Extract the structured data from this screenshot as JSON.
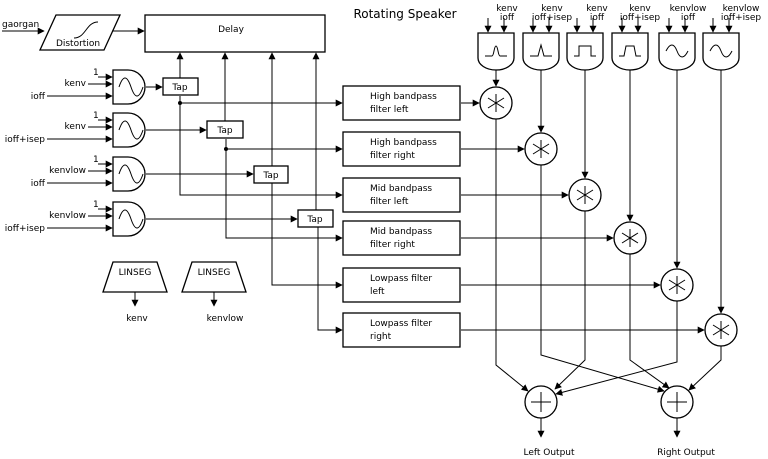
{
  "title": "Rotating Speaker",
  "input_label": "gaorgan",
  "distortion_label": "Distortion",
  "delay_label": "Delay",
  "tap_label": "Tap",
  "oscillators": [
    {
      "amp": "1",
      "freq_signal": "kenv",
      "phase": "ioff"
    },
    {
      "amp": "1",
      "freq_signal": "kenv",
      "phase": "ioff+isep"
    },
    {
      "amp": "1",
      "freq_signal": "kenvlow",
      "phase": "ioff"
    },
    {
      "amp": "1",
      "freq_signal": "kenvlow",
      "phase": "ioff+isep"
    }
  ],
  "envelopes": [
    {
      "label": "LINSEG",
      "output": "kenv"
    },
    {
      "label": "LINSEG",
      "output": "kenvlow"
    }
  ],
  "filters": [
    {
      "line1": "High bandpass",
      "line2": "filter left"
    },
    {
      "line1": "High bandpass",
      "line2": "filter right"
    },
    {
      "line1": "Mid bandpass",
      "line2": "filter left"
    },
    {
      "line1": "Mid bandpass",
      "line2": "filter right"
    },
    {
      "line1": "Lowpass filter",
      "line2": "left"
    },
    {
      "line1": "Lowpass filter",
      "line2": "right"
    }
  ],
  "table_osc_labels": [
    {
      "line1": "kenv",
      "line2": "ioff"
    },
    {
      "line1": "kenv",
      "line2": "ioff+isep"
    },
    {
      "line1": "kenv",
      "line2": "ioff"
    },
    {
      "line1": "kenv",
      "line2": "ioff+isep"
    },
    {
      "line1": "kenvlow",
      "line2": "ioff"
    },
    {
      "line1": "kenvlow",
      "line2": "ioff+isep"
    }
  ],
  "outputs": {
    "left": "Left Output",
    "right": "Right Output"
  }
}
